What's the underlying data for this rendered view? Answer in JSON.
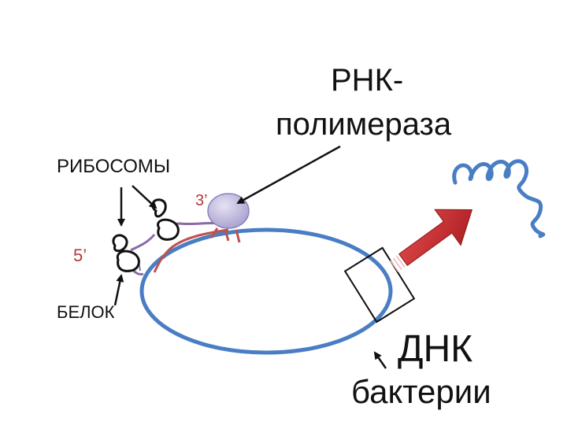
{
  "labels": {
    "rna_polymerase_line1": "РНК-",
    "rna_polymerase_line2": "полимераза",
    "ribosomes": "РИБОСОМЫ",
    "three_prime": "3’",
    "five_prime": "5’",
    "protein": "БЕЛОК",
    "dna_line1": "ДНК",
    "dna_line2": "бактерии"
  },
  "colors": {
    "dna_circle": "#4a7ec4",
    "polymerase": "#c9c3e4",
    "rna_strand": "#c0504d",
    "protein_chain": "#8a6aa8",
    "arrow_red": "#c0262a",
    "product_wave": "#4a7ec4"
  }
}
